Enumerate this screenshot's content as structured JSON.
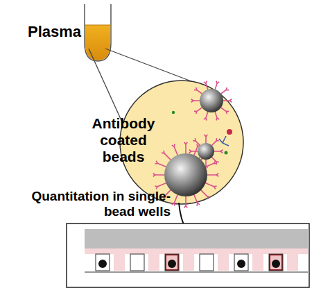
{
  "diagram": {
    "labels": [
      "Plasma",
      "Antibody coated beads",
      "Quantitation in single-bead wells"
    ]
  }
}
